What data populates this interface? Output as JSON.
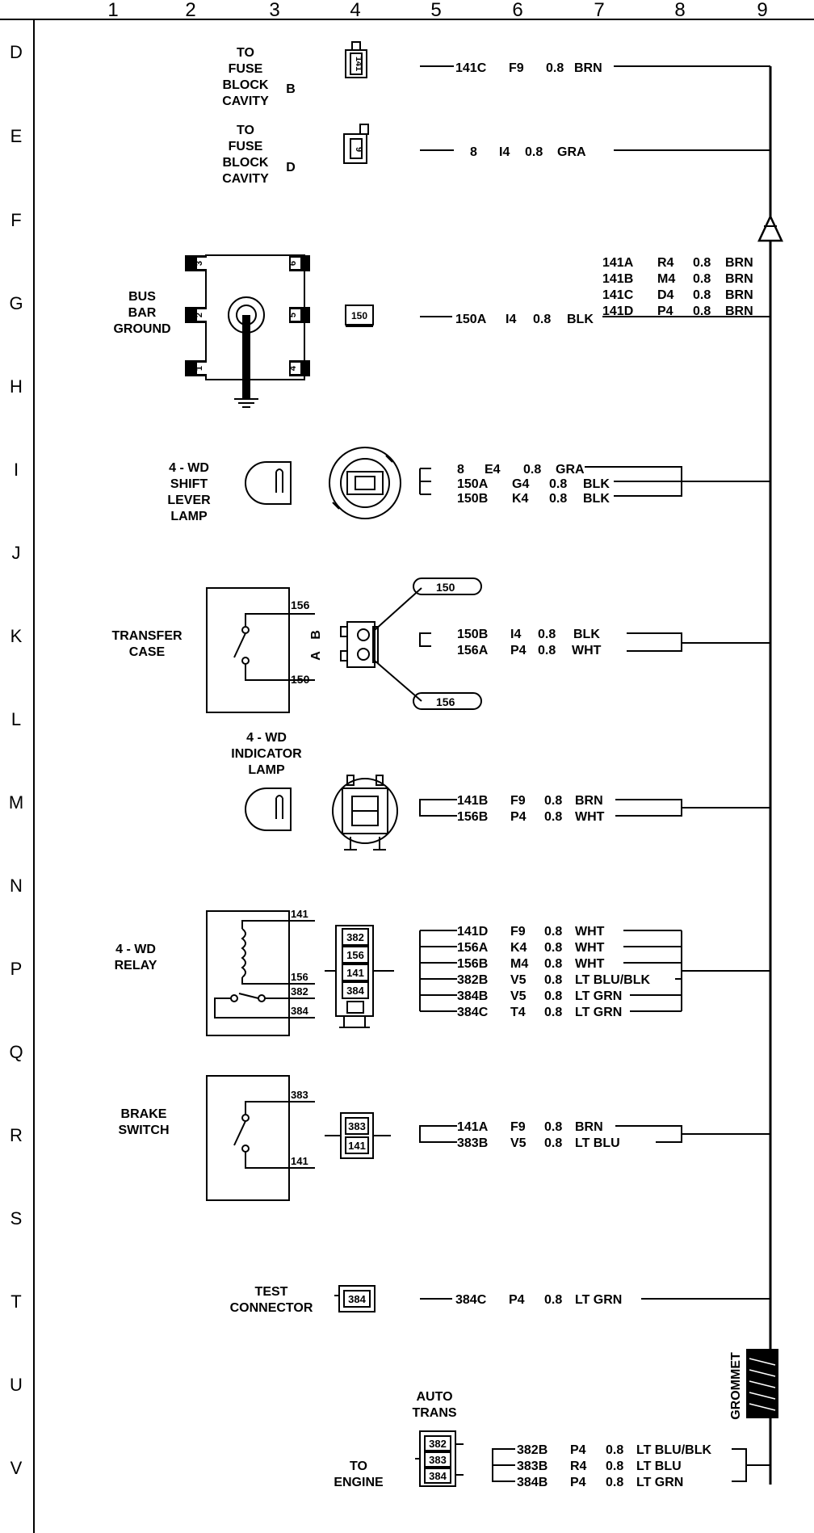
{
  "columns": [
    "1",
    "2",
    "3",
    "4",
    "5",
    "6",
    "7",
    "8",
    "9"
  ],
  "rows": [
    "D",
    "E",
    "F",
    "G",
    "H",
    "I",
    "J",
    "K",
    "L",
    "M",
    "N",
    "P",
    "Q",
    "R",
    "S",
    "T",
    "U",
    "V"
  ],
  "components": {
    "fuse_b": {
      "lines": [
        "TO",
        "FUSE",
        "BLOCK",
        "CAVITY"
      ],
      "suffix": "B",
      "pin": "141"
    },
    "fuse_d": {
      "lines": [
        "TO",
        "FUSE",
        "BLOCK",
        "CAVITY"
      ],
      "suffix": "D",
      "pin": "9"
    },
    "bus_bar": {
      "lines": [
        "BUS",
        "BAR",
        "GROUND"
      ],
      "pins": [
        "3",
        "6",
        "2",
        "5",
        "1",
        "4"
      ],
      "connector": "150"
    },
    "shift_lamp": {
      "lines": [
        "4 - WD",
        "SHIFT",
        "LEVER",
        "LAMP"
      ]
    },
    "transfer_case": {
      "lines": [
        "TRANSFER",
        "CASE"
      ],
      "pin_top": "156",
      "pin_bottom": "150",
      "conn_a": "A",
      "conn_b": "B",
      "tag_top": "150",
      "tag_bottom": "156"
    },
    "indicator_lamp": {
      "lines": [
        "4 - WD",
        "INDICATOR",
        "LAMP"
      ]
    },
    "relay": {
      "lines": [
        "4 - WD",
        "RELAY"
      ],
      "pins": [
        "141",
        "156",
        "382",
        "384"
      ],
      "connector_pins": [
        "382",
        "156",
        "141",
        "384"
      ]
    },
    "brake_switch": {
      "lines": [
        "BRAKE",
        "SWITCH"
      ],
      "pin_top": "383",
      "pin_bottom": "141",
      "connector_pins": [
        "383",
        "141"
      ]
    },
    "test_connector": {
      "lines": [
        "TEST",
        "CONNECTOR"
      ],
      "pin": "384"
    },
    "auto_trans": {
      "lines": [
        "AUTO",
        "TRANS"
      ],
      "pins": [
        "382",
        "383",
        "384"
      ]
    },
    "to_engine": {
      "lines": [
        "TO",
        "ENGINE"
      ]
    },
    "grommet": {
      "label": "GROMMET"
    }
  },
  "wires": {
    "w_141c_top": [
      "141C",
      "F9",
      "0.8",
      "BRN"
    ],
    "w_8_e": [
      "8",
      "I4",
      "0.8",
      "GRA"
    ],
    "splice": [
      [
        "141A",
        "R4",
        "0.8",
        "BRN"
      ],
      [
        "141B",
        "M4",
        "0.8",
        "BRN"
      ],
      [
        "141C",
        "D4",
        "0.8",
        "BRN"
      ],
      [
        "141D",
        "P4",
        "0.8",
        "BRN"
      ]
    ],
    "w_150a": [
      "150A",
      "I4",
      "0.8",
      "BLK"
    ],
    "shift_lamp": [
      [
        "8",
        "E4",
        "0.8",
        "GRA"
      ],
      [
        "150A",
        "G4",
        "0.8",
        "BLK"
      ],
      [
        "150B",
        "K4",
        "0.8",
        "BLK"
      ]
    ],
    "transfer_case": [
      [
        "150B",
        "I4",
        "0.8",
        "BLK"
      ],
      [
        "156A",
        "P4",
        "0.8",
        "WHT"
      ]
    ],
    "indicator_lamp": [
      [
        "141B",
        "F9",
        "0.8",
        "BRN"
      ],
      [
        "156B",
        "P4",
        "0.8",
        "WHT"
      ]
    ],
    "relay": [
      [
        "141D",
        "F9",
        "0.8",
        "WHT"
      ],
      [
        "156A",
        "K4",
        "0.8",
        "WHT"
      ],
      [
        "156B",
        "M4",
        "0.8",
        "WHT"
      ],
      [
        "382B",
        "V5",
        "0.8",
        "LT BLU/BLK"
      ],
      [
        "384B",
        "V5",
        "0.8",
        "LT GRN"
      ],
      [
        "384C",
        "T4",
        "0.8",
        "LT GRN"
      ]
    ],
    "brake_switch": [
      [
        "141A",
        "F9",
        "0.8",
        "BRN"
      ],
      [
        "383B",
        "V5",
        "0.8",
        "LT BLU"
      ]
    ],
    "test_connector": [
      "384C",
      "P4",
      "0.8",
      "LT GRN"
    ],
    "auto_trans": [
      [
        "382B",
        "P4",
        "0.8",
        "LT BLU/BLK"
      ],
      [
        "383B",
        "R4",
        "0.8",
        "LT BLU"
      ],
      [
        "384B",
        "P4",
        "0.8",
        "LT GRN"
      ]
    ]
  }
}
